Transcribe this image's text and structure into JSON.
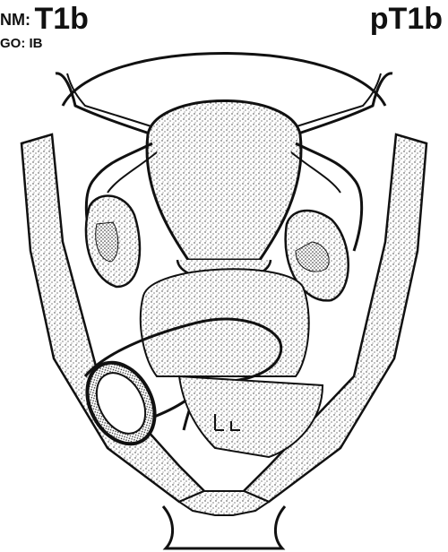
{
  "labels": {
    "tnm_prefix": "NM:",
    "tnm_value": "T1b",
    "figo": "GO: IB",
    "ptnm": "pT1b"
  },
  "colors": {
    "ink": "#111111",
    "stipple": "#555555",
    "paper": "#ffffff"
  }
}
